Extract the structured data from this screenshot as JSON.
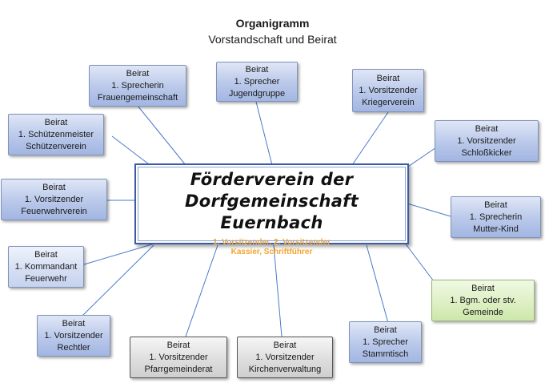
{
  "title": "Organigramm",
  "subtitle": "Vorstandschaft und Beirat",
  "center": {
    "line1": "Förderverein  der",
    "line2": "Dorfgemeinschaft  Euernbach",
    "sub1": "1. Vorsitzender,  2. Vorsitzender",
    "sub2": "Kassier,   Schriftführer"
  },
  "nodes": [
    {
      "lines": [
        "Beirat",
        "1. Schützenmeister",
        "Schützenverein"
      ]
    },
    {
      "lines": [
        "Beirat",
        "1. Sprecherin",
        "Frauengemeinschaft"
      ]
    },
    {
      "lines": [
        "Beirat",
        "1. Sprecher",
        "Jugendgruppe"
      ]
    },
    {
      "lines": [
        "Beirat",
        "1. Vorsitzender",
        "Kriegerverein"
      ]
    },
    {
      "lines": [
        "Beirat",
        "1. Vorsitzender",
        "Schloßkicker"
      ]
    },
    {
      "lines": [
        "Beirat",
        "1. Vorsitzender",
        "Feuerwehrverein"
      ]
    },
    {
      "lines": [
        "Beirat",
        "1. Sprecherin",
        "Mutter-Kind"
      ]
    },
    {
      "lines": [
        "Beirat",
        "1. Kommandant",
        "Feuerwehr"
      ]
    },
    {
      "lines": [
        "Beirat",
        "1. Bgm. oder stv.",
        "Gemeinde"
      ]
    },
    {
      "lines": [
        "Beirat",
        "1. Vorsitzender",
        "Rechtler"
      ]
    },
    {
      "lines": [
        "Beirat",
        "1. Vorsitzender",
        "Pfarrgemeinderat"
      ]
    },
    {
      "lines": [
        "Beirat",
        "1. Vorsitzender",
        "Kirchenverwaltung"
      ]
    },
    {
      "lines": [
        "Beirat",
        "1. Sprecher",
        "Stammtisch"
      ]
    }
  ]
}
